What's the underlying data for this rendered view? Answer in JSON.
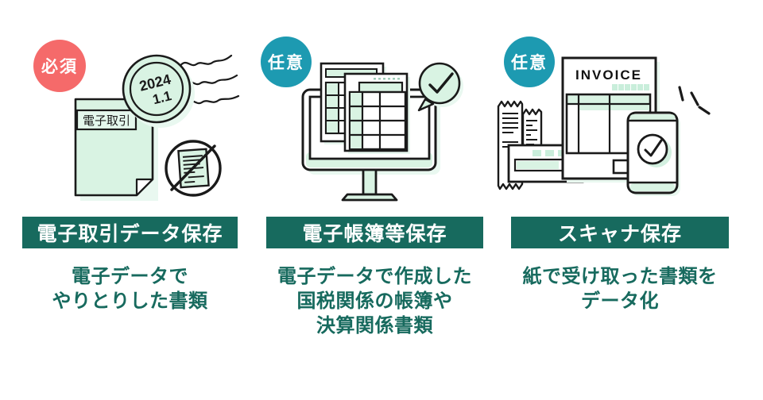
{
  "colors": {
    "background": "#ffffff",
    "heading_bar_teal": "#176a5e",
    "description_text_teal": "#176a5e",
    "badge_required_red": "#f56a6a",
    "badge_optional_teal": "#1d9ab1",
    "illustration_fill_green": "#d9f3e3",
    "illustration_shadow_green": "#e9f8f0",
    "line_color": "#1a1a1a"
  },
  "columns": [
    {
      "badge_label": "必須",
      "title": "電子取引データ保存",
      "description_lines": [
        "電子データで",
        "やりとりした書類"
      ]
    },
    {
      "badge_label": "任意",
      "title": "電子帳簿等保存",
      "description_lines": [
        "電子データで作成した",
        "国税関係の帳簿や",
        "決算関係書類"
      ]
    },
    {
      "badge_label": "任意",
      "title": "スキャナ保存",
      "description_lines": [
        "紙で受け取った書類を",
        "データ化"
      ]
    }
  ],
  "illustrations": {
    "left": {
      "name": "document-with-2024-stamp-and-no-paper-icon",
      "document_label": "電子取引",
      "stamp_line1": "2024",
      "stamp_line2": "1.1"
    },
    "middle": {
      "name": "monitor-with-ledger-documents-and-check-bubble"
    },
    "right": {
      "name": "receipts-invoice-and-smartphone-check",
      "invoice_title": "INVOICE"
    }
  }
}
